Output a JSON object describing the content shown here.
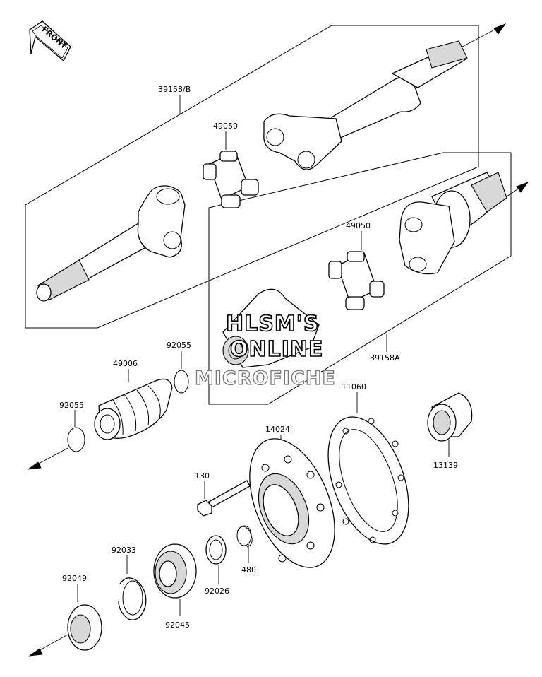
{
  "orientation_badge": {
    "text": "FRONT"
  },
  "part_labels": {
    "p39158B": "39158/B",
    "p49050_upper": "49050",
    "p49050_lower": "49050",
    "p39158A": "39158A",
    "p92055_upper": "92055",
    "p49006": "49006",
    "p92055_lower": "92055",
    "p11060": "11060",
    "p14024": "14024",
    "p13139": "13139",
    "p130": "130",
    "p92033": "92033",
    "p92049": "92049",
    "p92026": "92026",
    "p480": "480",
    "p92045": "92045"
  },
  "watermark": {
    "line1": "HLSM'S",
    "line2": "ONLINE",
    "line3": "MICROFICHE"
  }
}
